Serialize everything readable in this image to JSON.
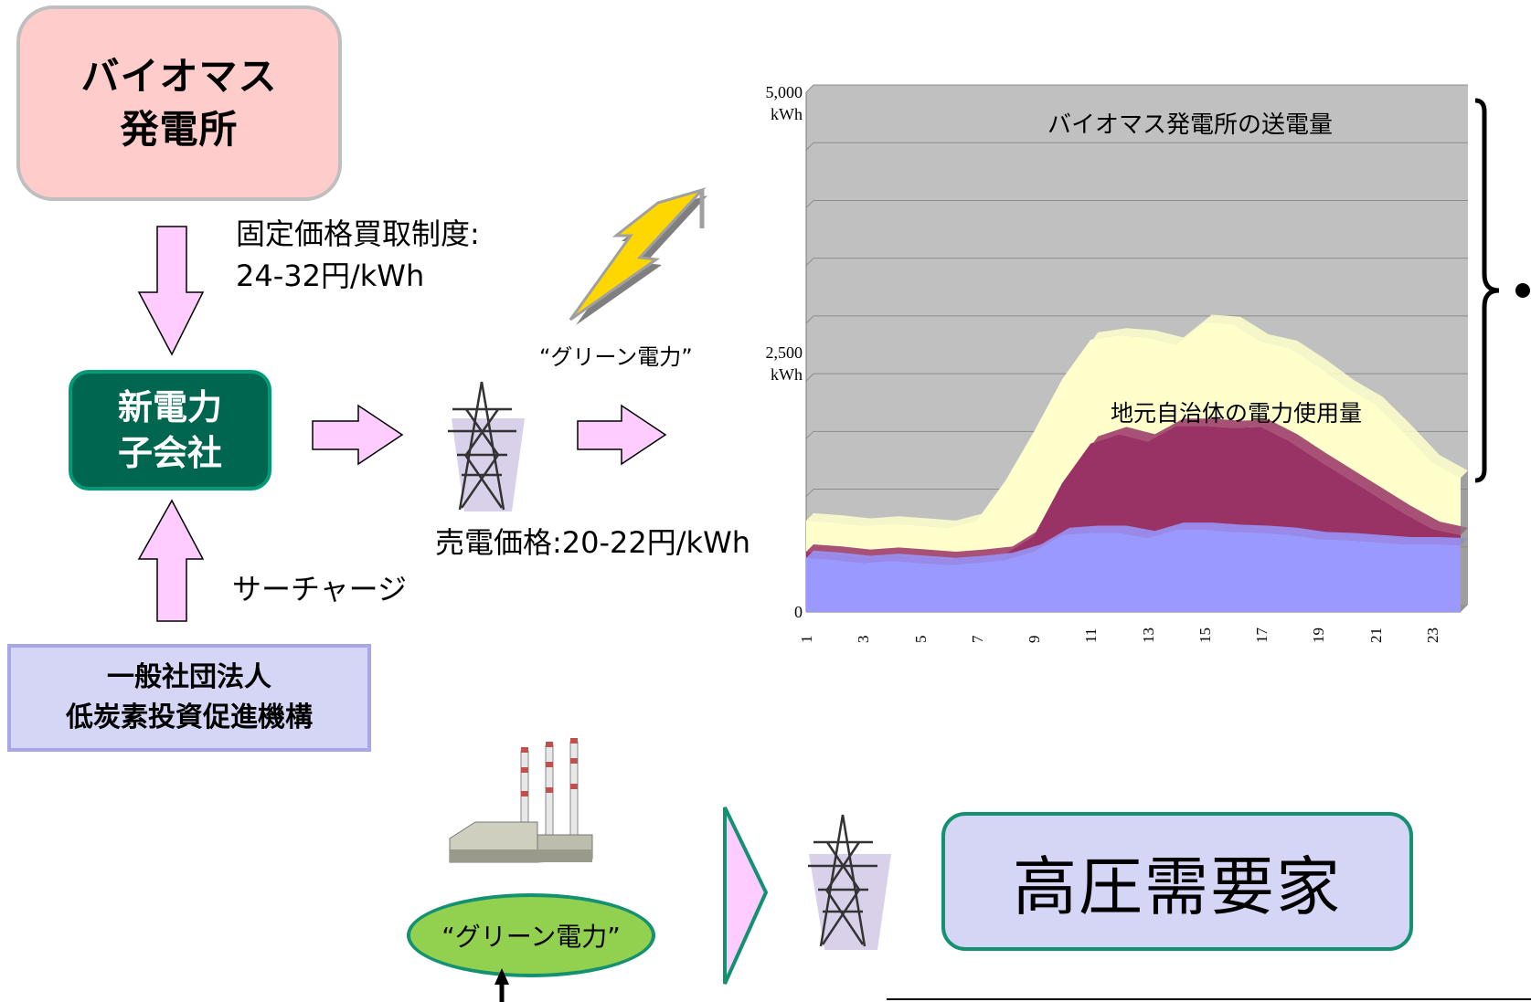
{
  "boxes": {
    "biomass": [
      "バイオマス",
      "発電所"
    ],
    "subsidiary": [
      "新電力",
      "子会社"
    ],
    "association": [
      "一般社団法人",
      "低炭素投資促進機構"
    ],
    "customer": "高圧需要家",
    "green_oval": "“グリーン電力”"
  },
  "labels": {
    "fit": [
      "固定価格買取制度:",
      "24-32円/kWh"
    ],
    "surcharge": "サーチャージ",
    "sale_price": "売電価格:20-22円/kWh",
    "green_power": "“グリーン電力”"
  },
  "colors": {
    "pink_arrow": "#ffccff",
    "subsidiary": "#006650",
    "chart_bg": "#c0c0c0",
    "series_yellow": "#ffffcc",
    "series_purple": "#993366",
    "series_blue": "#9999ff"
  },
  "icons": [
    "lightning-icon",
    "power-tower-icon",
    "factory-icon"
  ],
  "chart_data": {
    "type": "area",
    "title": "バイオマス発電所の送電量",
    "annotation": "地元自治体の電力使用量",
    "y_tick_labels": [
      {
        "value": 5000,
        "lines": [
          "5,000",
          "kWh"
        ]
      },
      {
        "value": 2500,
        "lines": [
          "2,500",
          "kWh"
        ]
      },
      {
        "value": 0,
        "lines": [
          "0"
        ]
      }
    ],
    "ylim": [
      0,
      5000
    ],
    "x": [
      1,
      2,
      3,
      4,
      5,
      6,
      7,
      8,
      9,
      10,
      11,
      12,
      13,
      14,
      15,
      16,
      17,
      18,
      19,
      20,
      21,
      22,
      23,
      24
    ],
    "x_tick_labels": [
      "1",
      "3",
      "5",
      "7",
      "9",
      "11",
      "13",
      "15",
      "17",
      "19",
      "21",
      "23"
    ],
    "grid": true,
    "series": [
      {
        "color": "#9999ff",
        "values": [
          520,
          500,
          470,
          490,
          470,
          450,
          470,
          500,
          580,
          740,
          760,
          760,
          710,
          790,
          790,
          770,
          760,
          740,
          700,
          690,
          670,
          650,
          650,
          640
        ]
      },
      {
        "color": "#993366",
        "values": [
          60,
          60,
          60,
          60,
          60,
          60,
          60,
          60,
          150,
          500,
          860,
          950,
          930,
          1000,
          1000,
          1000,
          1020,
          900,
          760,
          600,
          450,
          300,
          150,
          100
        ]
      },
      {
        "color": "#ffffcc",
        "values": [
          300,
          300,
          300,
          300,
          300,
          300,
          350,
          700,
          1000,
          1000,
          1000,
          950,
          1000,
          780,
          1000,
          1000,
          820,
          900,
          900,
          870,
          880,
          780,
          640,
          550
        ]
      }
    ]
  }
}
